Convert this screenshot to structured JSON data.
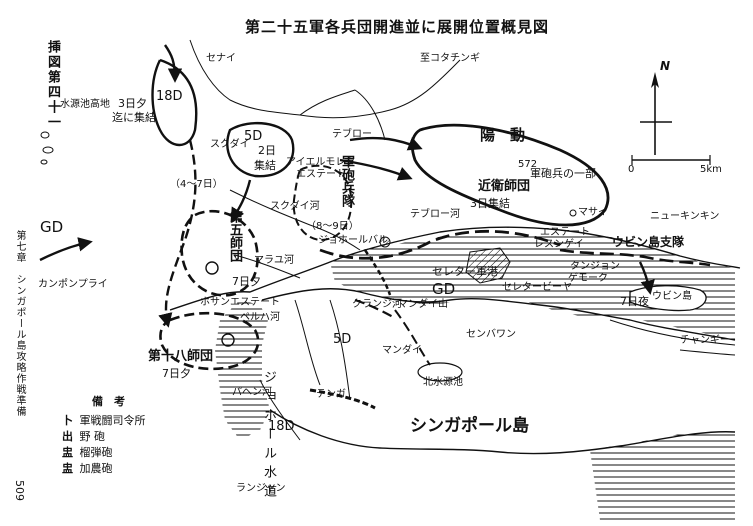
{
  "figure": {
    "label": "挿図第四十一",
    "title": "第二十五軍各兵団開進並に展開位置概見図",
    "side_note": "第七章　シンガポール島攻略作戦準備",
    "page_number": "509"
  },
  "compass": {
    "north": "N"
  },
  "scale": {
    "zero": "0",
    "max": "5km"
  },
  "legend": {
    "header": "備　考",
    "items": [
      {
        "symbol": "卜",
        "label": "軍戦闘司令所"
      },
      {
        "symbol": "出",
        "label": "野 砲"
      },
      {
        "symbol": "盅",
        "label": "榴弾砲"
      },
      {
        "symbol": "盅",
        "label": "加農砲"
      }
    ]
  },
  "units": {
    "d18_top": "18D",
    "d18_top_time": "3日夕",
    "d18_top_time2": "迄に集結",
    "d5_top": "5D",
    "d5_top_time": "2日",
    "d5_top_time2": "集結",
    "gd_left": "GD",
    "artillery": "軍砲兵隊",
    "konoe": "近衛師団",
    "konoe_time": "3日集結",
    "konoe_art": "軍砲兵の一部",
    "d5_main": "第五師団",
    "d5_main_time": "7日夕",
    "d18_main": "第十八師団",
    "d18_main_time": "7日夕",
    "d5_lower": "5D",
    "d18_lower": "18D",
    "gd_right": "GD",
    "ubin": "ウビン島支隊",
    "ubin_time": "7日夜"
  },
  "places": {
    "senai": "セナイ",
    "kota_tinggi": "至コタチンギ",
    "tebrau": "テブロー",
    "reservoir_high": "水源池高地",
    "skudai": "スクダイ",
    "dates1": "（4～7日）",
    "estate_aerumolek": "アイエルモレク",
    "estate_aerumolek2": "エステート",
    "dates2": "（8～9日）",
    "johor_bahru": "ジョホールバル",
    "tebrau_river": "テブロー河",
    "skudai_river": "スクダイ河",
    "taiyu_river": "マラユ河",
    "hosan_estate": "ホサンエステート",
    "terin_river": "ペルハ河",
    "kranji_river": "クランジ河",
    "seletar_military_port": "セレター軍港",
    "seletar_bia": "セレタービーヤ",
    "mandai_hill": "マンダイ山",
    "mandai": "マンダイ",
    "sembawang": "センバワン",
    "n_reservoir": "北水源池",
    "pandan_river": "パヘン河",
    "yoho_river": "ジョホール水道",
    "tenga": "テンガ",
    "kangkar": "カンポンプライ",
    "rangjan": "ランジャン",
    "bengi": "チャンギー",
    "ubin_island": "ウビン島",
    "newkinkin": "ニューキンキン",
    "masai": "マサイ",
    "lesunggai": "エステート",
    "lesunggai2": "レスンゲイ",
    "tanjong": "タンジョン",
    "tanjong2": "ゲモーク",
    "h572": "572",
    "yodo": "陽　動",
    "singapore_island": "シンガポール島"
  }
}
